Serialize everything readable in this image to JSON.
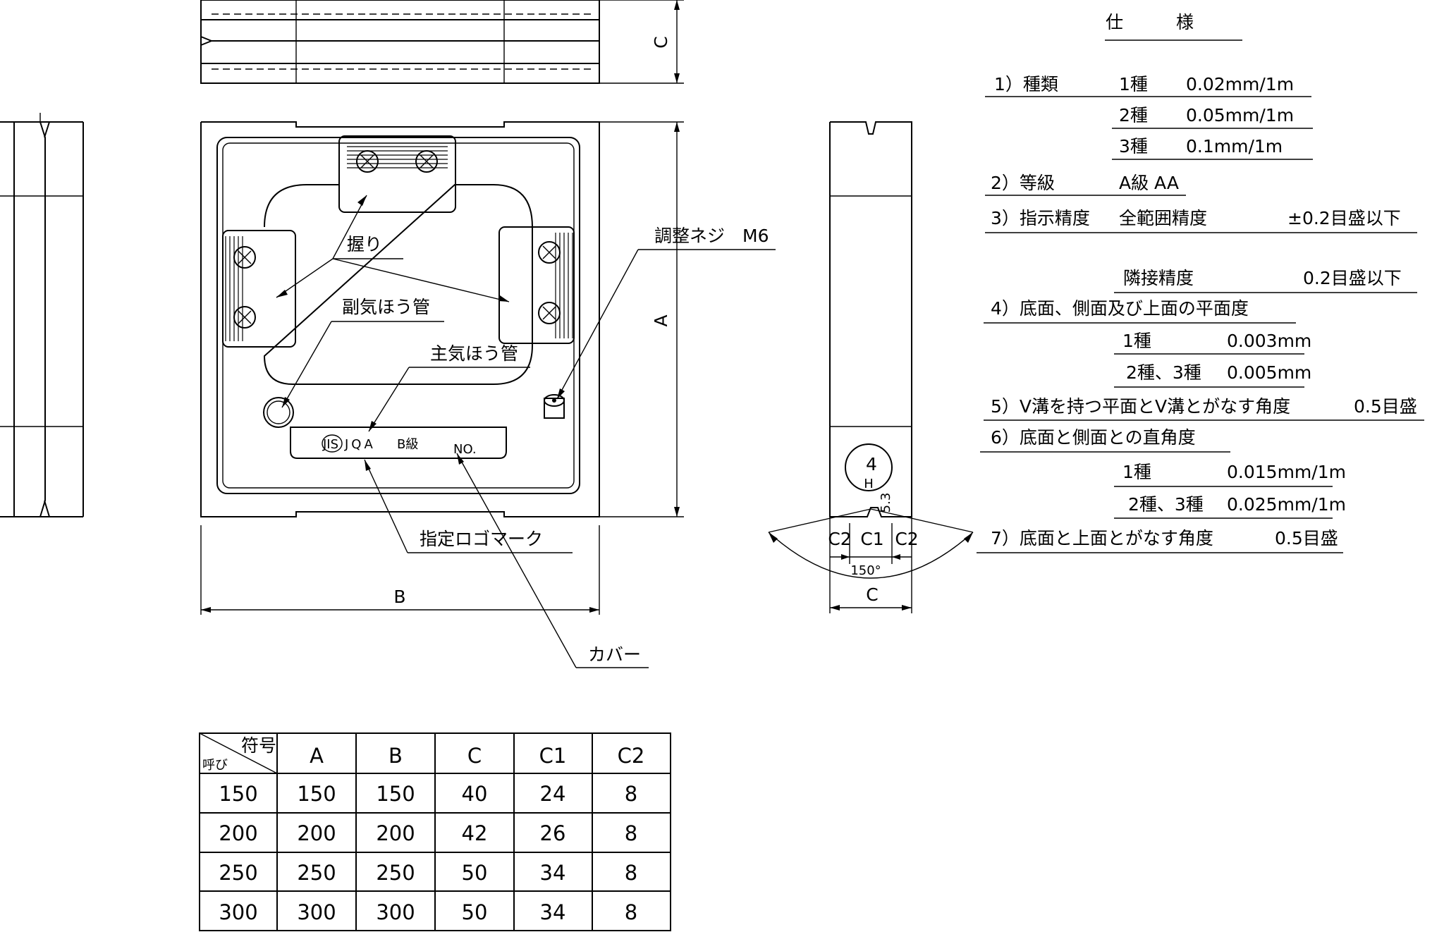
{
  "spec": {
    "title": "仕　　　様",
    "item1": {
      "label": "1）種類",
      "rows": [
        {
          "grade": "1種",
          "value": "0.02mm/1m"
        },
        {
          "grade": "2種",
          "value": "0.05mm/1m"
        },
        {
          "grade": "3種",
          "value": "0.1mm/1m"
        }
      ]
    },
    "item2": {
      "label": "2）等級",
      "value": "A級 AA"
    },
    "item3": {
      "label": "3）指示精度",
      "sub1": "全範囲精度",
      "val1": "±0.2目盛以下",
      "sub2": "隣接精度",
      "val2": "0.2目盛以下"
    },
    "item4": {
      "label": "4）底面、側面及び上面の平面度",
      "r1_grade": "1種",
      "r1_value": "0.003mm",
      "r2_grade": "2種、3種",
      "r2_value": "0.005mm"
    },
    "item5": {
      "label": "5）V溝を持つ平面とV溝とがなす角度",
      "value": "0.5目盛"
    },
    "item6": {
      "label": "6）底面と側面との直角度",
      "r1_grade": "1種",
      "r1_value": "0.015mm/1m",
      "r2_grade": "2種、3種",
      "r2_value": "0.025mm/1m"
    },
    "item7": {
      "label": "7）底面と上面とがなす角度",
      "value": "0.5目盛"
    }
  },
  "callouts": {
    "grip": "握り",
    "sub_vial": "副気ほう管",
    "main_vial": "主気ほう管",
    "adjust_screw": "調整ネジ　M6",
    "logo_mark": "指定ロゴマーク",
    "cover": "カバー"
  },
  "plate": {
    "jis": "JIS",
    "jqa": "JQA",
    "grade": "B級",
    "no": "NO."
  },
  "dims": {
    "a": "A",
    "b": "B",
    "c_top": "C",
    "c_side": "C",
    "c1": "C1",
    "c2_left": "C2",
    "c2_right": "C2",
    "angle": "150°",
    "circle_num": "4",
    "side_marks": "H",
    "side_small": "5.3"
  },
  "table": {
    "corner_top": "符号",
    "corner_bottom": "呼び",
    "headers": [
      "A",
      "B",
      "C",
      "C1",
      "C2"
    ],
    "rows": [
      {
        "name": "150",
        "cells": [
          "150",
          "150",
          "40",
          "24",
          "8"
        ]
      },
      {
        "name": "200",
        "cells": [
          "200",
          "200",
          "42",
          "26",
          "8"
        ]
      },
      {
        "name": "250",
        "cells": [
          "250",
          "250",
          "50",
          "34",
          "8"
        ]
      },
      {
        "name": "300",
        "cells": [
          "300",
          "300",
          "50",
          "34",
          "8"
        ]
      }
    ]
  }
}
